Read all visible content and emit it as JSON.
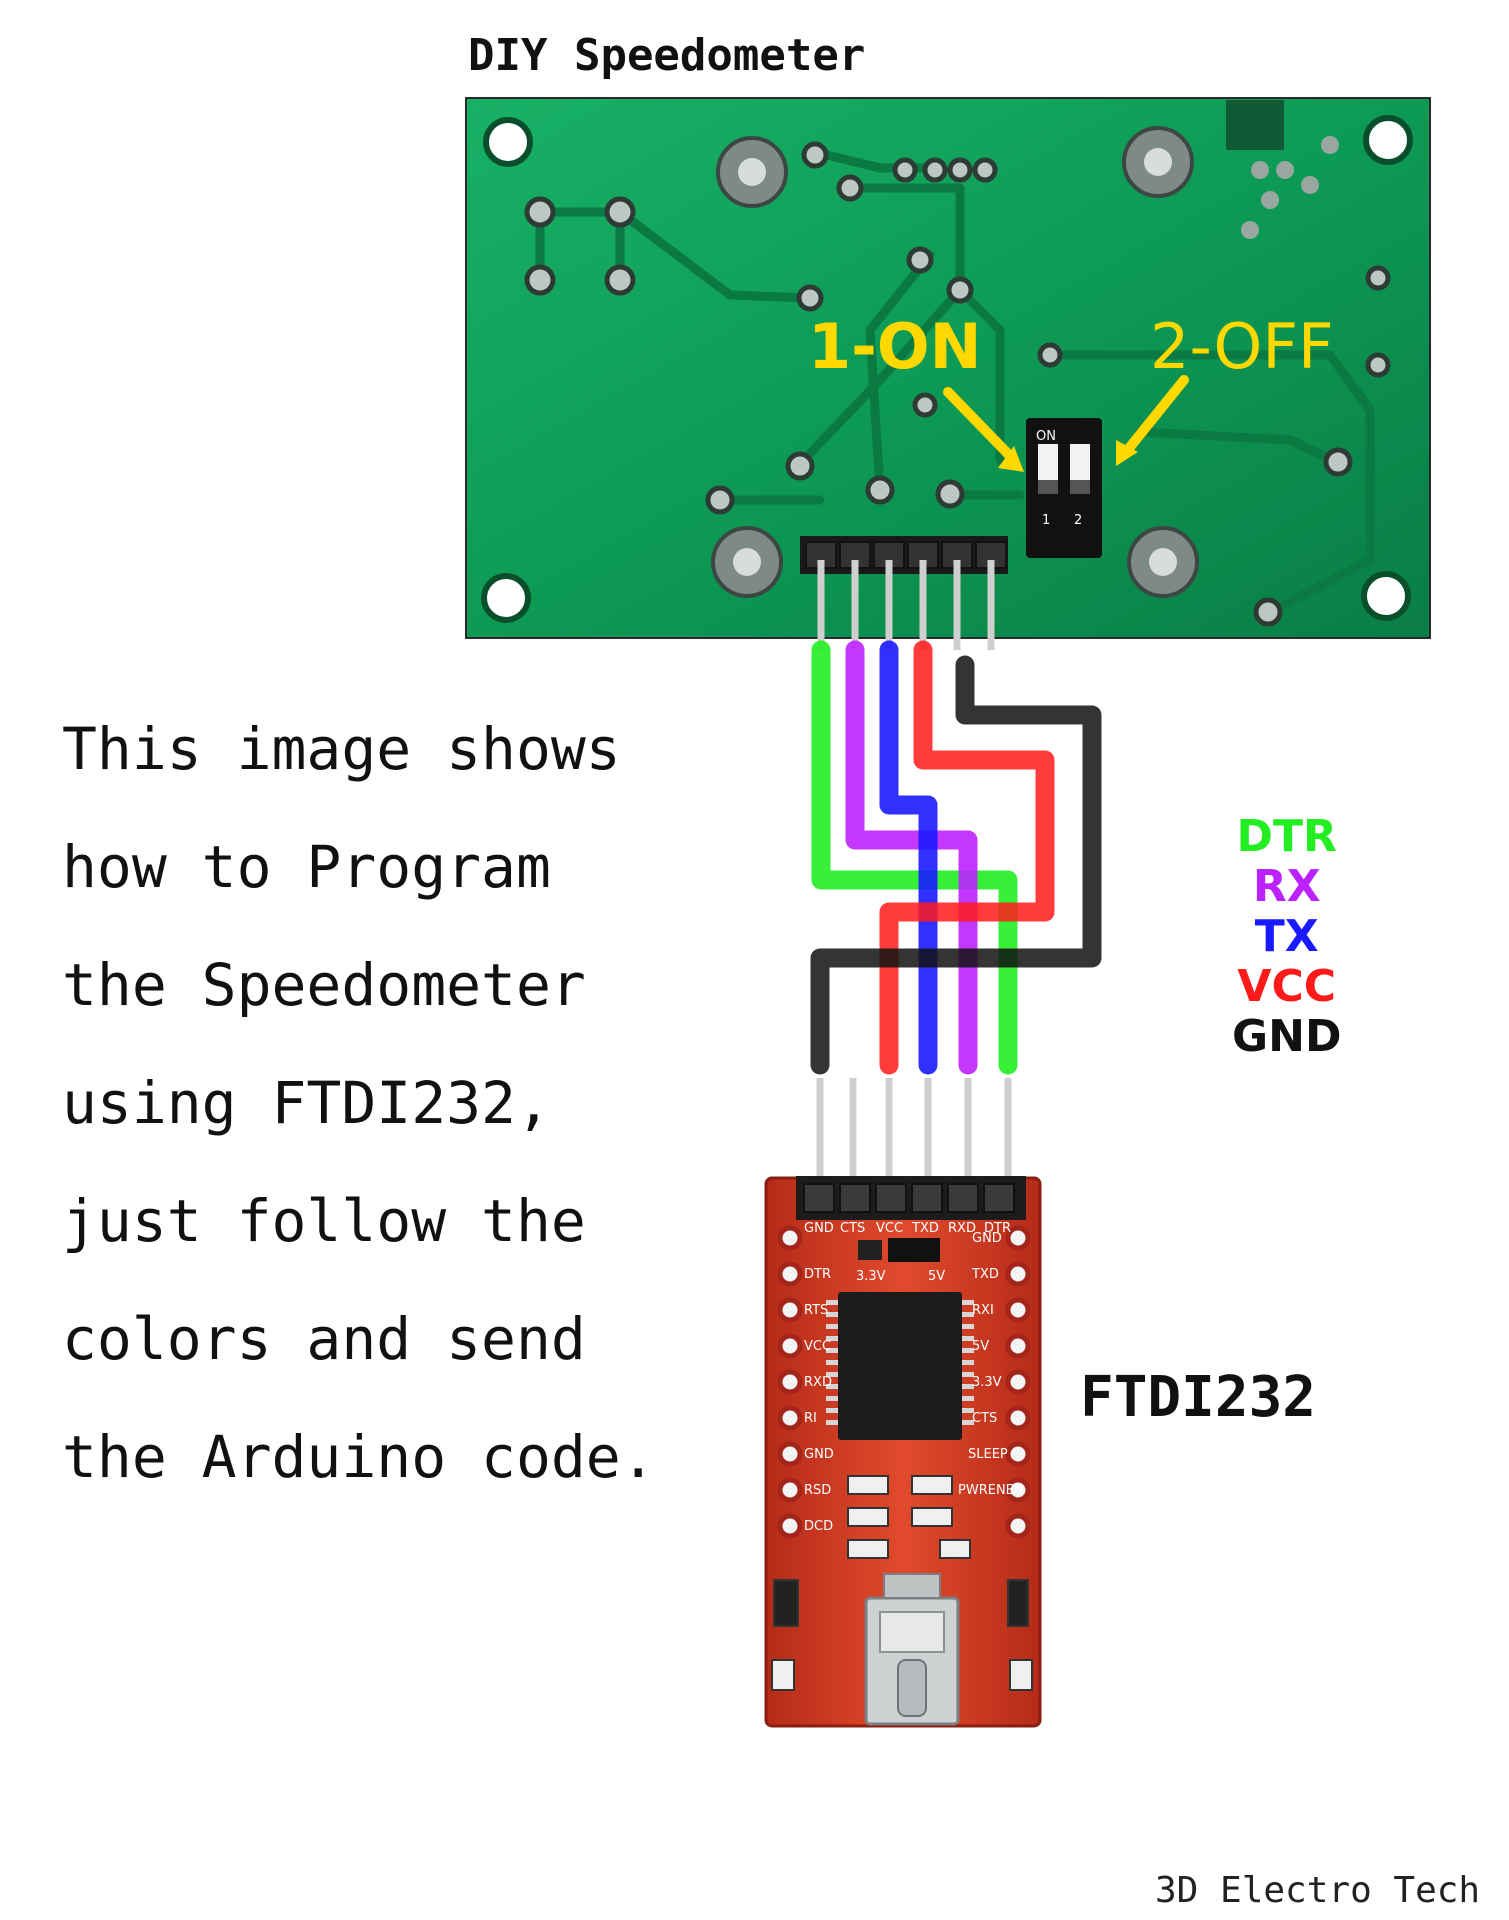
{
  "title": "DIY Speedometer",
  "description_lines": [
    "This image shows",
    "how to Program",
    "the Speedometer",
    "using FTDI232,",
    "just follow the",
    "colors and send",
    "the Arduino code."
  ],
  "dip_labels": {
    "switch_1": "1-ON",
    "switch_2": "2-OFF",
    "on_text": "ON",
    "num_1": "1",
    "num_2": "2"
  },
  "legend": [
    {
      "label": "DTR",
      "color": "#22ee22"
    },
    {
      "label": "RX",
      "color": "#bb22ff"
    },
    {
      "label": "TX",
      "color": "#1a1aff"
    },
    {
      "label": "VCC",
      "color": "#ff1a1a"
    },
    {
      "label": "GND",
      "color": "#111111"
    }
  ],
  "ftdi_label": "FTDI232",
  "silkscreen": {
    "header_top": [
      "GND",
      "CTS",
      "VCC",
      "TXD",
      "RXD",
      "DTR"
    ],
    "jumper": [
      "3.3V",
      "5V"
    ],
    "left_pins": [
      "DTR",
      "RTS",
      "VCC",
      "RXD",
      "RI",
      "GND",
      "RSD",
      "DCD"
    ],
    "right_pins": [
      "GND",
      "TXD",
      "RXI",
      "5V",
      "3.3V",
      "CTS",
      "SLEEP",
      "PWRENEN"
    ]
  },
  "credit": "3D Electro Tech",
  "colors": {
    "pcb_green": "#0f9a55",
    "ftdi_red": "#d43a22",
    "arrow_yellow": "#ffd800"
  }
}
